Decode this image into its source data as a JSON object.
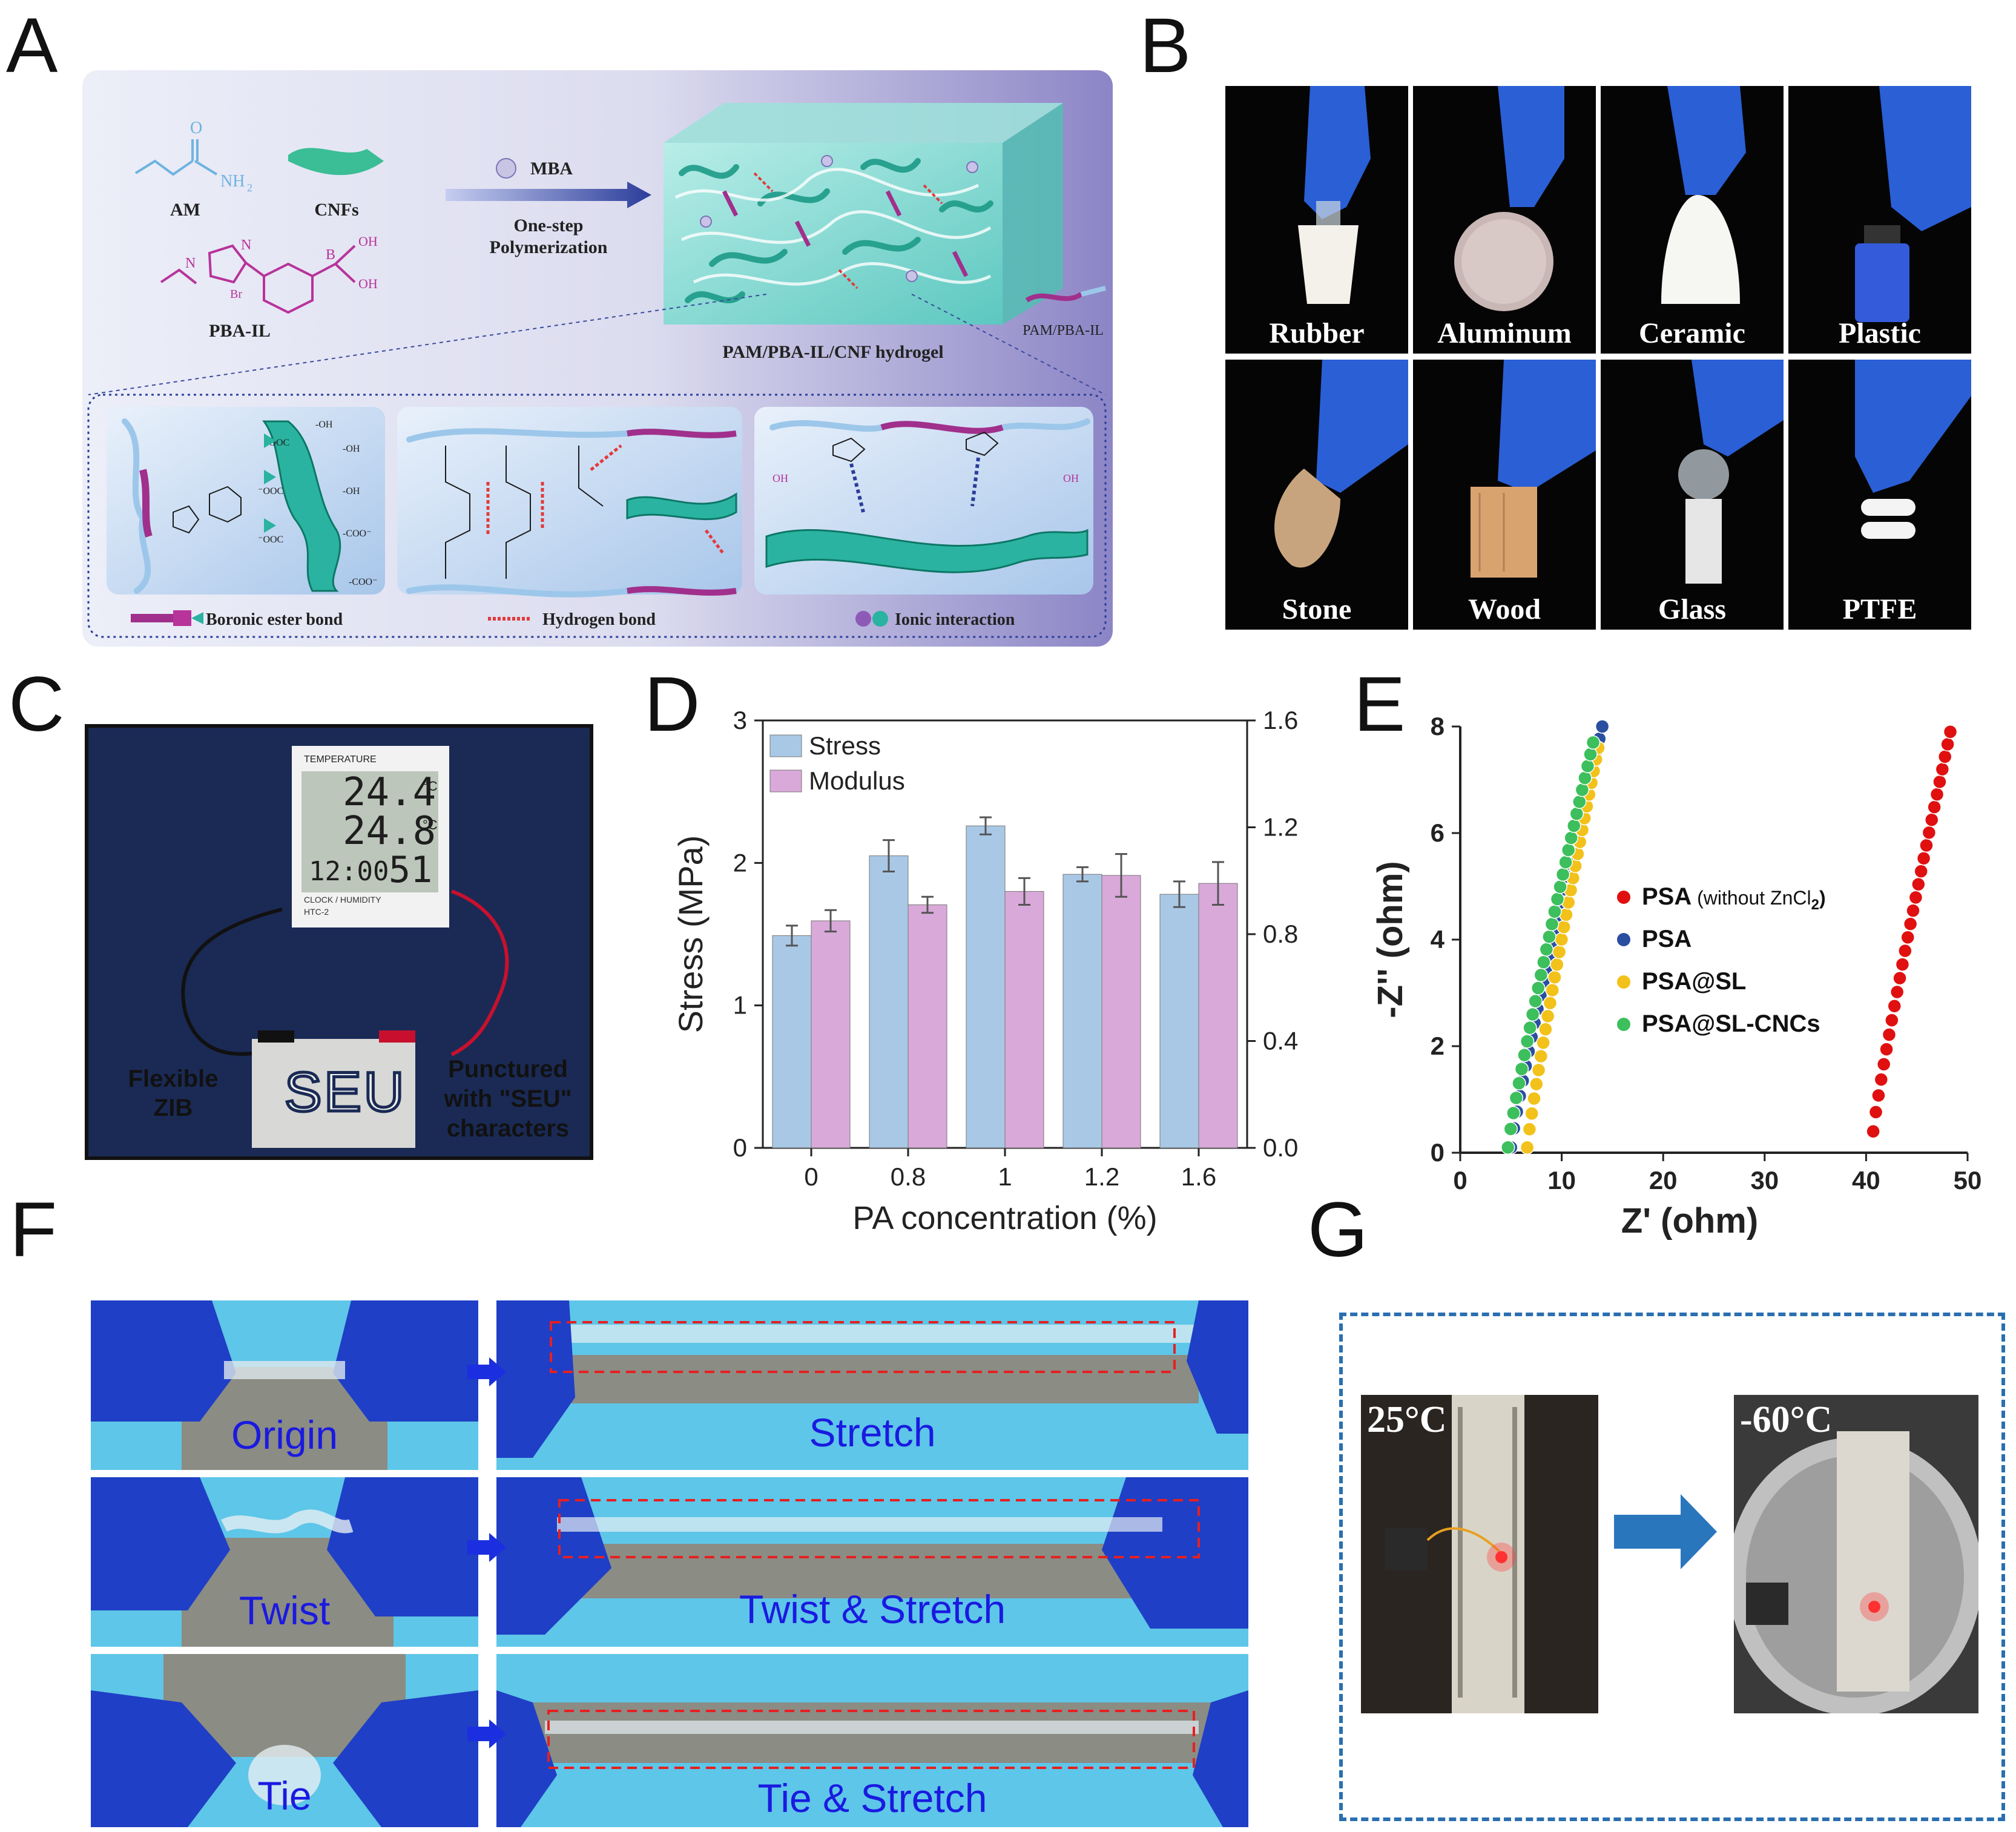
{
  "panels": {
    "A": "A",
    "B": "B",
    "C": "C",
    "D": "D",
    "E": "E",
    "F": "F",
    "G": "G"
  },
  "panelA": {
    "am": "AM",
    "nh2": "NH",
    "nh2_sub": "2",
    "cnfs": "CNFs",
    "pba_il": "PBA-IL",
    "mba": "MBA",
    "one_step": "One-step",
    "polymerization": "Polymerization",
    "hydrogel": "PAM/PBA-IL/CNF hydrogel",
    "pam_pba_il": "PAM/PBA-IL",
    "boronic": "Boronic ester bond",
    "hydrogen": "Hydrogen bond",
    "ionic": "Ionic interaction",
    "oh": "OH",
    "br": "Br"
  },
  "panelB": {
    "labels": [
      "Rubber",
      "Aluminum",
      "Ceramic",
      "Plastic",
      "Stone",
      "Wood",
      "Glass",
      "PTFE"
    ]
  },
  "panelC": {
    "display_title": "TEMPERATURE",
    "temp1": "24.4",
    "temp2": "24.8",
    "time": "12:00",
    "humidity": "51",
    "unit": "°C",
    "clock_label": "CLOCK / HUMIDITY",
    "model": "HTC-2",
    "seu": "SEU",
    "flexible_1": "Flexible",
    "flexible_2": "ZIB",
    "punct_1": "Punctured",
    "punct_2": "with \"SEU\"",
    "punct_3": "characters"
  },
  "chart_data": [
    {
      "type": "bar",
      "panel": "D",
      "categories": [
        "0",
        "0.8",
        "1",
        "1.2",
        "1.6"
      ],
      "series": [
        {
          "name": "Stress",
          "axis": "left",
          "values": [
            1.49,
            2.05,
            2.26,
            1.92,
            1.78
          ],
          "errors": [
            0.07,
            0.11,
            0.06,
            0.05,
            0.09
          ],
          "color": "#a9c8e6"
        },
        {
          "name": "Modulus",
          "axis": "right",
          "values": [
            0.85,
            0.91,
            0.96,
            1.02,
            0.99
          ],
          "errors": [
            0.04,
            0.03,
            0.05,
            0.08,
            0.08
          ],
          "color": "#d9a9d9"
        }
      ],
      "xlabel": "PA concentration (%)",
      "ylabel": "Stress (MPa)",
      "ylim": [
        0,
        3
      ],
      "y2lim": [
        0,
        1.6
      ],
      "yticks": [
        "0",
        "1",
        "2",
        "3"
      ],
      "y2ticks": [
        "0.0",
        "0.4",
        "0.8",
        "1.2",
        "1.6"
      ],
      "legend": "top-left"
    },
    {
      "type": "scatter",
      "panel": "E",
      "xlabel": "Z' (ohm)",
      "ylabel": "-Z'' (ohm)",
      "xlim": [
        0,
        50
      ],
      "ylim": [
        0,
        8
      ],
      "xticks": [
        "0",
        "10",
        "20",
        "30",
        "40",
        "50"
      ],
      "yticks": [
        "0",
        "2",
        "4",
        "6",
        "8"
      ],
      "legend": "center-right",
      "series": [
        {
          "name": "PSA",
          "name_suffix": " (without ZnCl",
          "name_sub": "2",
          "name_close": ")",
          "color": "#e01010",
          "x0": 40.7,
          "x1": 48.3,
          "y0": 0.4,
          "y1": 7.9,
          "n": 30
        },
        {
          "name": "PSA",
          "color": "#2a4fa0",
          "x0": 5.0,
          "x1": 14.0,
          "y0": 0.1,
          "y1": 8.0,
          "n": 32
        },
        {
          "name": "PSA@SL",
          "color": "#f2c21a",
          "x0": 6.6,
          "x1": 13.6,
          "y0": 0.1,
          "y1": 7.6,
          "n": 32
        },
        {
          "name": "PSA@SL-CNCs",
          "color": "#3cbf5c",
          "x0": 4.7,
          "x1": 13.1,
          "y0": 0.1,
          "y1": 7.7,
          "n": 32
        }
      ]
    }
  ],
  "panelF": {
    "origin": "Origin",
    "stretch": "Stretch",
    "twist": "Twist",
    "twist_stretch": "Twist & Stretch",
    "tie": "Tie",
    "tie_stretch": "Tie & Stretch"
  },
  "panelG": {
    "t1": "25°C",
    "t2": "-60°C"
  }
}
